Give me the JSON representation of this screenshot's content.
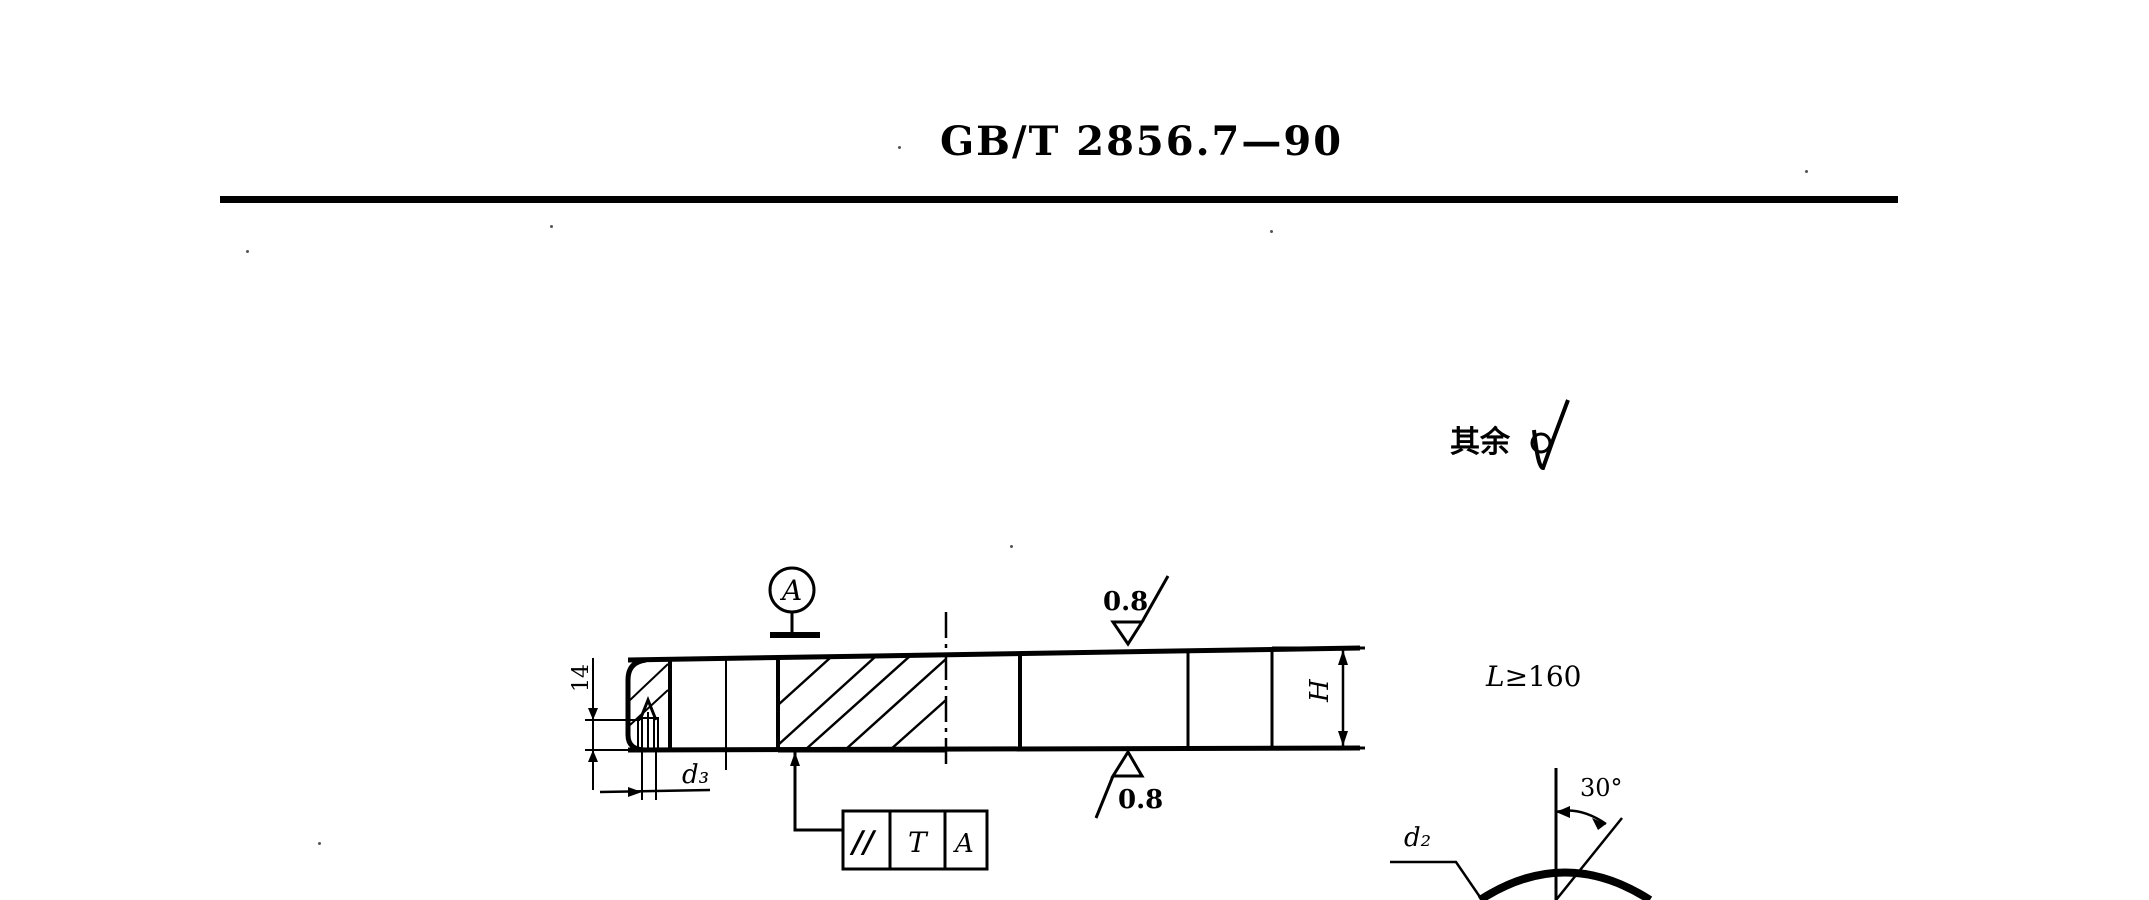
{
  "header": {
    "standard_number": "GB/T 2856.7—90"
  },
  "drawing": {
    "roughness_note_text": "其余",
    "roughness_top_value": "0.8",
    "roughness_bottom_value": "0.8",
    "datum_letter": "A",
    "length_condition_var": "L",
    "length_condition_rest": "≥160",
    "dim_height": "H",
    "dim_small_height": "14",
    "dim_bore": "d₃",
    "dim_bore_detail": "d₂",
    "angle": "30°",
    "tolerance_frame": {
      "symbol": "//",
      "value": "T",
      "datum": "A"
    }
  }
}
